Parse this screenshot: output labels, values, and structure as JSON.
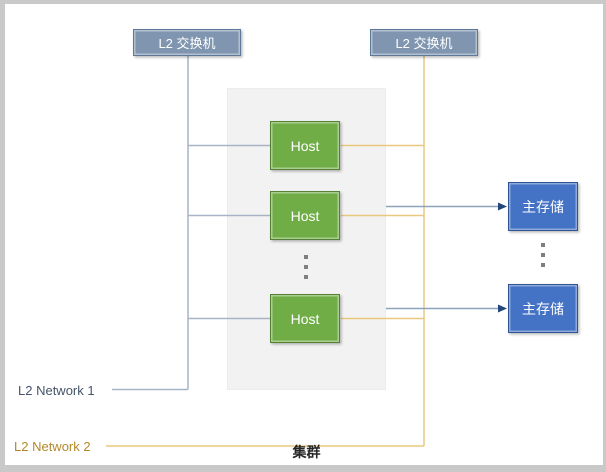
{
  "diagram_title": "cluster-network-topology",
  "switches": [
    {
      "label": "L2 交换机"
    },
    {
      "label": "L2 交换机"
    }
  ],
  "cluster": {
    "label": "集群"
  },
  "hosts": [
    {
      "label": "Host"
    },
    {
      "label": "Host"
    },
    {
      "label": "Host"
    }
  ],
  "storages": [
    {
      "label": "主存储"
    },
    {
      "label": "主存储"
    }
  ],
  "networks": [
    {
      "label": "L2 Network 1",
      "text_color": "#44546a",
      "line_color": "#a7b4c6"
    },
    {
      "label": "L2 Network 2",
      "text_color": "#b3892b",
      "line_color": "#e9c87e"
    }
  ],
  "colors": {
    "switch_fill": "#8096b0",
    "switch_border": "#5d7899",
    "host_fill": "#70ad47",
    "host_border": "#548235",
    "storage_fill": "#4472c4",
    "storage_border": "#2f5597",
    "cluster_fill": "#f2f2f2",
    "storage_arrow_shaft": "#8da2bb",
    "storage_arrow_head": "#24477b",
    "frame": "#c9c9c9",
    "dots": "#7f7f7f"
  }
}
